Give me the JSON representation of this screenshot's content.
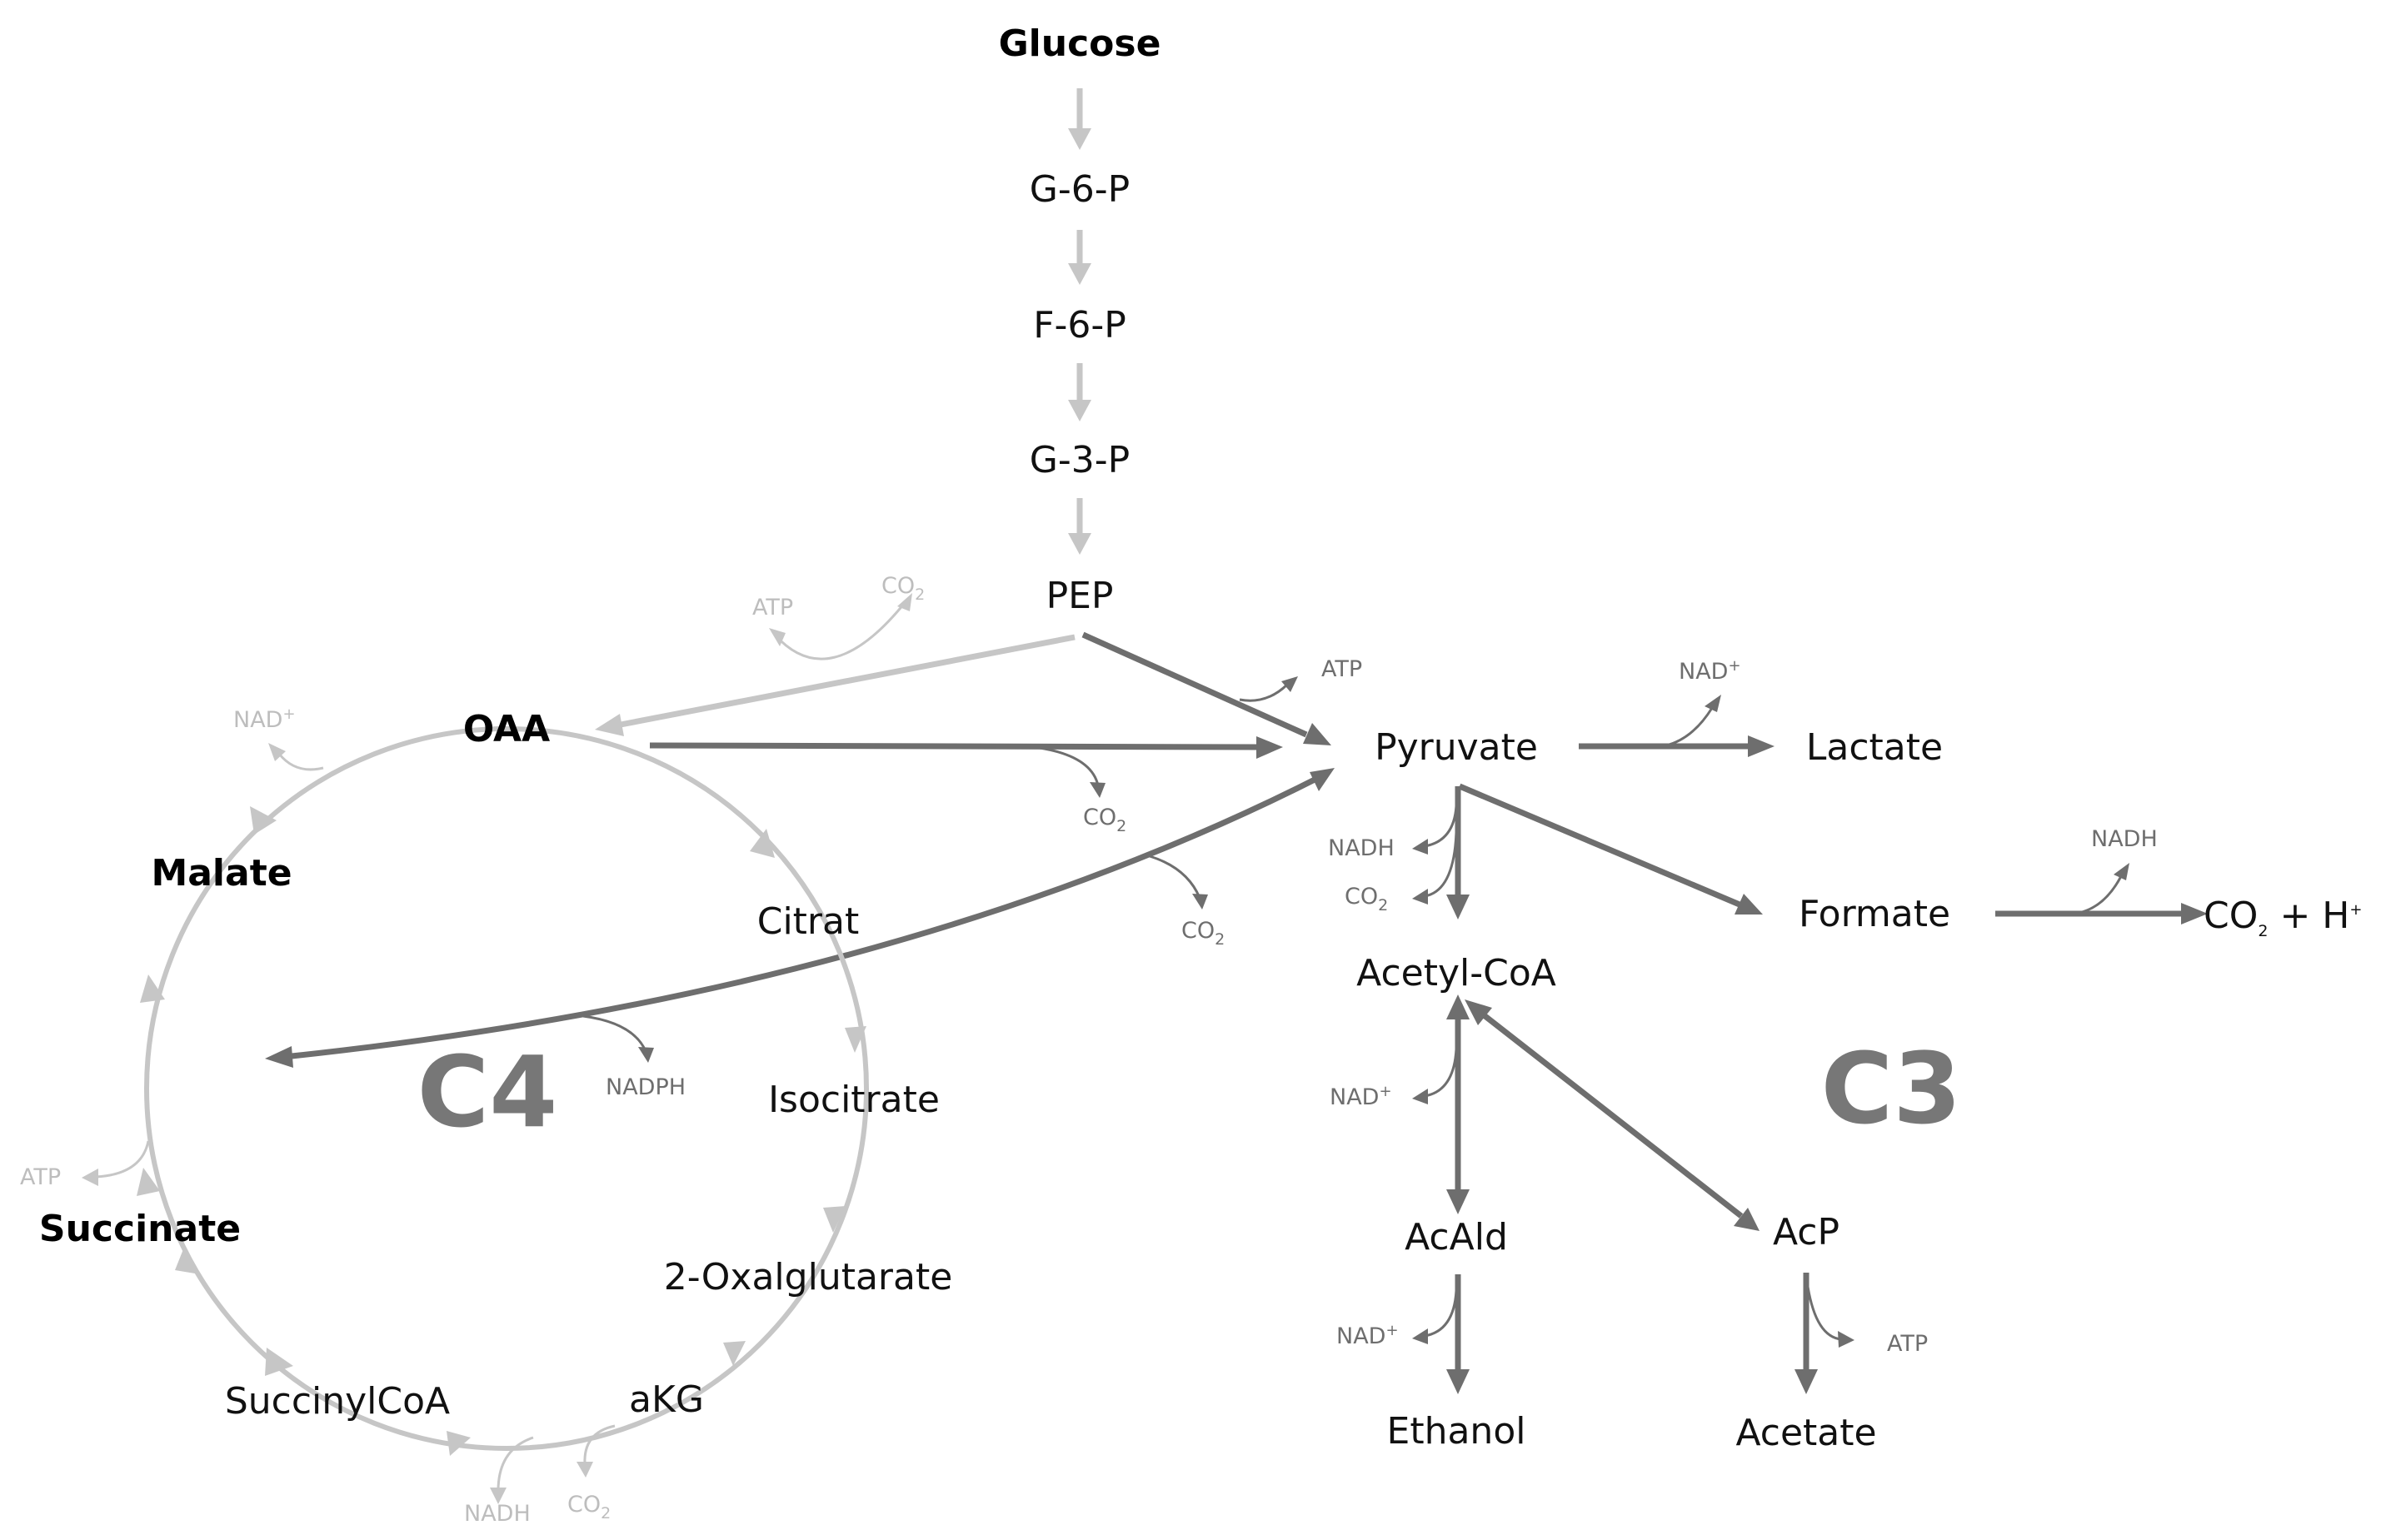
{
  "metabolites": {
    "glucose": "Glucose",
    "g6p": "G-6-P",
    "f6p": "F-6-P",
    "g3p": "G-3-P",
    "pep": "PEP",
    "pyruvate": "Pyruvate",
    "lactate": "Lactate",
    "formate": "Formate",
    "co2_h": "CO",
    "co2_h_sub": "2",
    "co2_h_rest": " + H",
    "co2_h_sup": "+",
    "acetyl_coa": "Acetyl-CoA",
    "acald": "AcAld",
    "acp": "AcP",
    "ethanol": "Ethanol",
    "acetate": "Acetate",
    "oaa": "OAA",
    "malate": "Malate",
    "citrat": "Citrat",
    "isocitrate": "Isocitrate",
    "oxalglutarate": "2-Oxalglutarate",
    "akg": "aKG",
    "succinylcoa": "SuccinylCoA",
    "succinate": "Succinate"
  },
  "cofactors": {
    "atp": "ATP",
    "nad": "NAD",
    "nad_sup": "+",
    "nadh": "NADH",
    "nadph": "NADPH",
    "co": "CO",
    "co_sub": "2"
  },
  "labels": {
    "c4": "C4",
    "c3": "C3"
  },
  "colors": {
    "dark_arrow": "#6e6e6e",
    "light_arrow": "#c6c6c6",
    "text": "#111111"
  }
}
